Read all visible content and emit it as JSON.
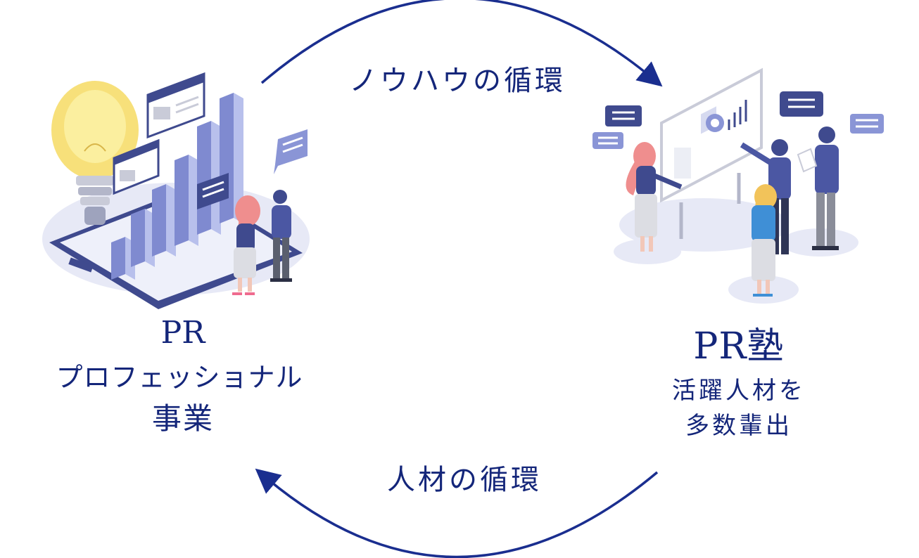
{
  "diagram": {
    "top_arrow_label": "ノウハウの循環",
    "bottom_arrow_label": "人材の循環",
    "left_node": {
      "title": "PR",
      "subtitle_line1": "プロフェッショナル",
      "subtitle_line2": "事業"
    },
    "right_node": {
      "title": "PR塾",
      "subtitle_line1": "活躍人材を",
      "subtitle_line2": "多数輩出"
    }
  },
  "colors": {
    "arrow": "#1a2e8f",
    "text": "#14267a",
    "illustration_navy": "#3f4a8e",
    "illustration_blue": "#8a95d6",
    "illustration_light": "#e7e9f6",
    "bulb": "#f7e07a",
    "hair_pink": "#ef8e8e",
    "hair_blonde": "#f2c35a"
  },
  "icons": [
    "lightbulb-icon",
    "bar-chart-icon",
    "speech-bubble-icon",
    "presentation-board-icon"
  ]
}
